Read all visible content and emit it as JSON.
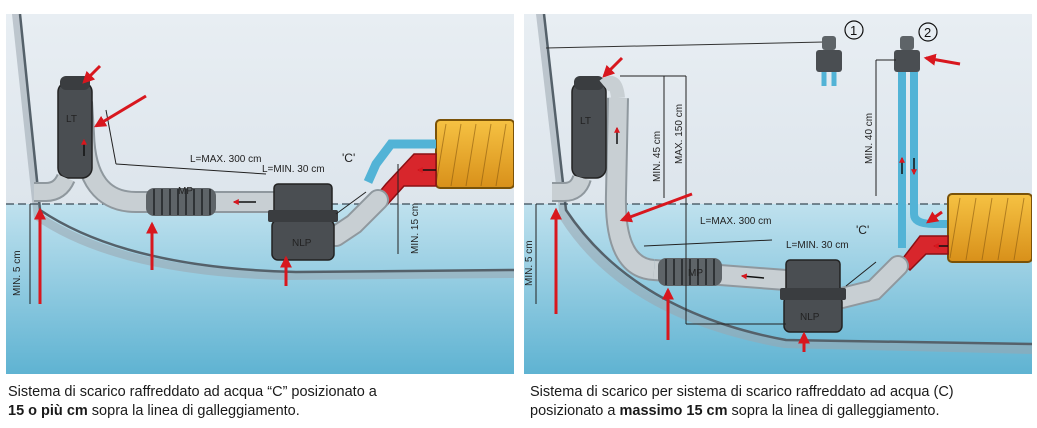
{
  "left": {
    "labels": {
      "lmax": "L=MAX. 300 cm",
      "lmin": "L=MIN. 30 cm",
      "c": "'C'",
      "min15": "MIN. 15 cm",
      "min5": "MIN. 5 cm",
      "lt": "LT",
      "mp": "MP",
      "nlp": "NLP"
    },
    "caption": {
      "line1": "Sistema di scarico raffreddato ad acqua “C” posizionato a",
      "bold": "15 o più cm",
      "rest": " sopra la linea di galleggiamento."
    }
  },
  "right": {
    "labels": {
      "lmax": "L=MAX. 300 cm",
      "lmin": "L=MIN. 30 cm",
      "c": "'C'",
      "min45": "MIN. 45 cm",
      "max150": "MAX. 150 cm",
      "min40": "MIN. 40 cm",
      "min5": "MIN. 5 cm",
      "n1": "1",
      "n2": "2",
      "lt": "LT",
      "mp": "MP",
      "nlp": "NLP"
    },
    "caption": {
      "line1": "Sistema di scarico per sistema di scarico raffreddato ad acqua (C)",
      "prefix": "posizionato a ",
      "bold": "massimo 15 cm",
      "rest": " sopra la linea di galleggiamento."
    }
  },
  "colors": {
    "sky": "#dfe7ee",
    "water": "#8fcbe0",
    "hose": "#c8cfd3",
    "corrugated": "#5e6468",
    "muffler": "#4a4e52",
    "engine": "#f0b023",
    "hot": "#d8262c",
    "cool": "#52b3d6",
    "arrow": "#d8171e"
  }
}
